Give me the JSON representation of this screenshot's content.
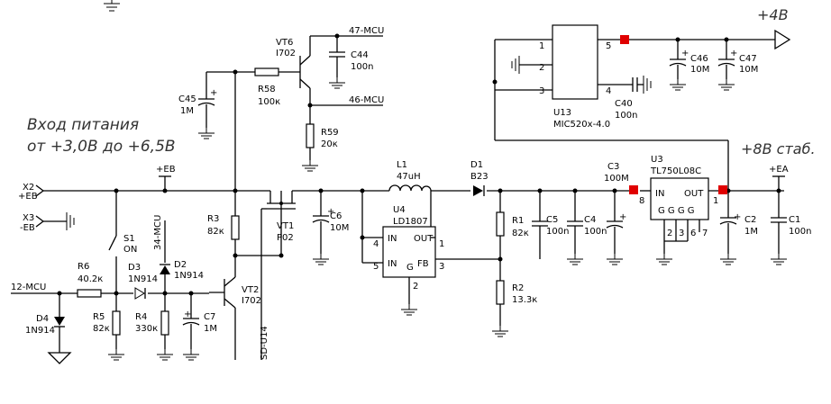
{
  "notes": {
    "input_title": "Вход питания",
    "input_range": "от +3,0В до +6,5В",
    "plus4v": "+4В",
    "plus8v": "+8В стаб."
  },
  "rails": {
    "eb": "+EB",
    "ea": "+EA"
  },
  "connectors": {
    "x2_ref": "X2",
    "x2_net": "+EB",
    "x3_ref": "X3",
    "x3_net": "-EB"
  },
  "nets": {
    "mcu47": "47-MCU",
    "mcu46": "46-MCU",
    "mcu34": "34-MCU",
    "mcu12": "12-MCU",
    "sd_u14": "SD-U14"
  },
  "parts": {
    "vt6_ref": "VT6",
    "vt6_val": "I702",
    "c44_ref": "C44",
    "c44_val": "100n",
    "c45_ref": "C45",
    "c45_val": "1M",
    "r58_ref": "R58",
    "r58_val": "100к",
    "r59_ref": "R59",
    "r59_val": "20к",
    "l1_ref": "L1",
    "l1_val": "47uH",
    "d1_ref": "D1",
    "d1_val": "B23",
    "c3_ref": "C3",
    "c3_val": "100M",
    "u3_ref": "U3",
    "u3_val": "TL750L08C",
    "u13_ref": "U13",
    "u13_val": "MIC520x-4.0",
    "c40_ref": "C40",
    "c40_val": "100n",
    "c46_ref": "C46",
    "c46_val": "10M",
    "c47_ref": "C47",
    "c47_val": "10M",
    "u4_ref": "U4",
    "u4_val": "LD1807",
    "r3_ref": "R3",
    "r3_val": "82к",
    "vt1_ref": "VT1",
    "vt1_val": "P02",
    "c6_ref": "C6",
    "c6_val": "10M",
    "r1_ref": "R1",
    "r1_val": "82к",
    "c5_ref": "C5",
    "c5_val": "100n",
    "c4_ref": "C4",
    "c4_val": "100n",
    "r2_ref": "R2",
    "r2_val": "13.3к",
    "c2_ref": "C2",
    "c2_val": "1M",
    "c1_ref": "C1",
    "c1_val": "100n",
    "s1_ref": "S1",
    "s1_val": "ON",
    "r6_ref": "R6",
    "r6_val": "40.2к",
    "d2_ref": "D2",
    "d2_val": "1N914",
    "d3_ref": "D3",
    "d3_val": "1N914",
    "d4_ref": "D4",
    "d4_val": "1N914",
    "r5_ref": "R5",
    "r5_val": "82к",
    "r4_ref": "R4",
    "r4_val": "330к",
    "c7_ref": "C7",
    "c7_val": "1M",
    "vt2_ref": "VT2",
    "vt2_val": "I702"
  },
  "pins": {
    "u13": {
      "p1": "1",
      "p2": "2",
      "p3": "3",
      "p4": "4",
      "p5": "5"
    },
    "u4": {
      "in1": "IN",
      "in2": "IN",
      "out": "OUT",
      "fb": "FB",
      "g": "G",
      "p1": "1",
      "p2": "2",
      "p3": "3",
      "p4": "4",
      "p5": "5"
    },
    "u3": {
      "in": "IN",
      "out": "OUT",
      "g": "G G G G",
      "p8": "8",
      "p1": "1",
      "p2": "2",
      "p3": "3",
      "p6": "6",
      "p7": "7"
    }
  }
}
